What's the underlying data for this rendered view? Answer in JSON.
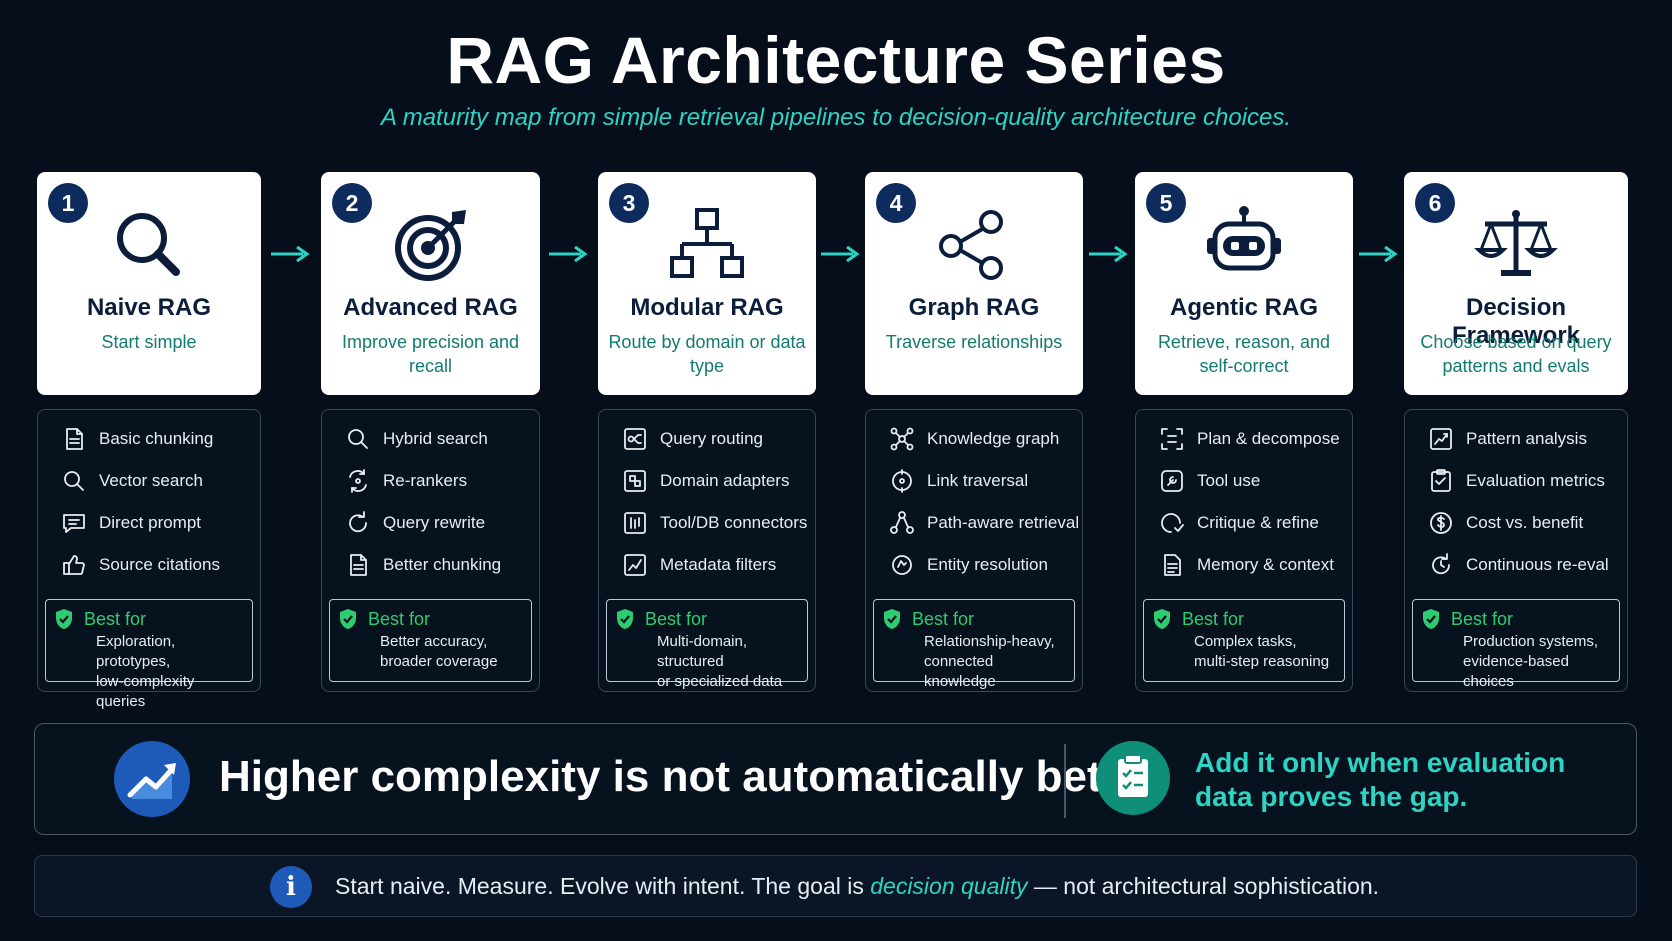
{
  "title": "RAG Architecture Series",
  "subtitle": "A maturity map from simple retrieval pipelines to decision-quality architecture choices.",
  "best_for_label": "Best for",
  "stages": [
    {
      "number": "1",
      "title": "Naive RAG",
      "subtitle": "Start simple",
      "icon": "magnifier-icon",
      "items": [
        {
          "label": "Basic chunking",
          "icon": "document-icon"
        },
        {
          "label": "Vector search",
          "icon": "search-icon"
        },
        {
          "label": "Direct prompt",
          "icon": "chat-icon"
        },
        {
          "label": "Source citations",
          "icon": "thumbs-up-icon"
        }
      ],
      "best_for": [
        "Exploration, prototypes,",
        "low-complexity queries"
      ]
    },
    {
      "number": "2",
      "title": "Advanced RAG",
      "subtitle": "Improve precision and recall",
      "icon": "target-icon",
      "items": [
        {
          "label": "Hybrid search",
          "icon": "search-icon"
        },
        {
          "label": "Re-rankers",
          "icon": "rerank-icon"
        },
        {
          "label": "Query rewrite",
          "icon": "refresh-icon"
        },
        {
          "label": "Better chunking",
          "icon": "document-icon"
        }
      ],
      "best_for": [
        "Better accuracy,",
        "broader coverage"
      ]
    },
    {
      "number": "3",
      "title": "Modular RAG",
      "subtitle": "Route by domain or data type",
      "icon": "hierarchy-icon",
      "items": [
        {
          "label": "Query routing",
          "icon": "routing-icon"
        },
        {
          "label": "Domain adapters",
          "icon": "adapter-icon"
        },
        {
          "label": "Tool/DB connectors",
          "icon": "connector-icon"
        },
        {
          "label": "Metadata filters",
          "icon": "filter-icon"
        }
      ],
      "best_for": [
        "Multi-domain, structured",
        "or specialized data"
      ]
    },
    {
      "number": "4",
      "title": "Graph RAG",
      "subtitle": "Traverse relationships",
      "icon": "share-graph-icon",
      "items": [
        {
          "label": "Knowledge graph",
          "icon": "graph-icon"
        },
        {
          "label": "Link traversal",
          "icon": "link-icon"
        },
        {
          "label": "Path-aware retrieval",
          "icon": "path-icon"
        },
        {
          "label": "Entity resolution",
          "icon": "entity-icon"
        }
      ],
      "best_for": [
        "Relationship-heavy,",
        "connected knowledge"
      ]
    },
    {
      "number": "5",
      "title": "Agentic RAG",
      "subtitle": "Retrieve, reason, and self-correct",
      "icon": "robot-icon",
      "items": [
        {
          "label": "Plan & decompose",
          "icon": "plan-icon"
        },
        {
          "label": "Tool use",
          "icon": "tool-icon"
        },
        {
          "label": "Critique & refine",
          "icon": "critique-icon"
        },
        {
          "label": "Memory & context",
          "icon": "memory-icon"
        }
      ],
      "best_for": [
        "Complex tasks,",
        "multi-step reasoning"
      ]
    },
    {
      "number": "6",
      "title": "Decision Framework",
      "subtitle": "Choose based on query patterns and evals",
      "icon": "scale-icon",
      "items": [
        {
          "label": "Pattern analysis",
          "icon": "chart-icon"
        },
        {
          "label": "Evaluation metrics",
          "icon": "checklist-icon"
        },
        {
          "label": "Cost vs. benefit",
          "icon": "dollar-icon"
        },
        {
          "label": "Continuous re-eval",
          "icon": "cycle-icon"
        }
      ],
      "best_for": [
        "Production systems,",
        "evidence-based choices"
      ]
    }
  ],
  "banner": {
    "main": "Higher complexity is not automatically better.",
    "side_line1": "Add it only when evaluation",
    "side_line2": "data proves the gap."
  },
  "footer": {
    "before": "Start naive. Measure. Evolve with intent. The goal is ",
    "emphasis": "decision quality",
    "after": " — not architectural sophistication."
  },
  "colors": {
    "accent": "#2dd4c4",
    "navy": "#0d2b5c",
    "green": "#2ecc71",
    "background": "#050e1a"
  }
}
